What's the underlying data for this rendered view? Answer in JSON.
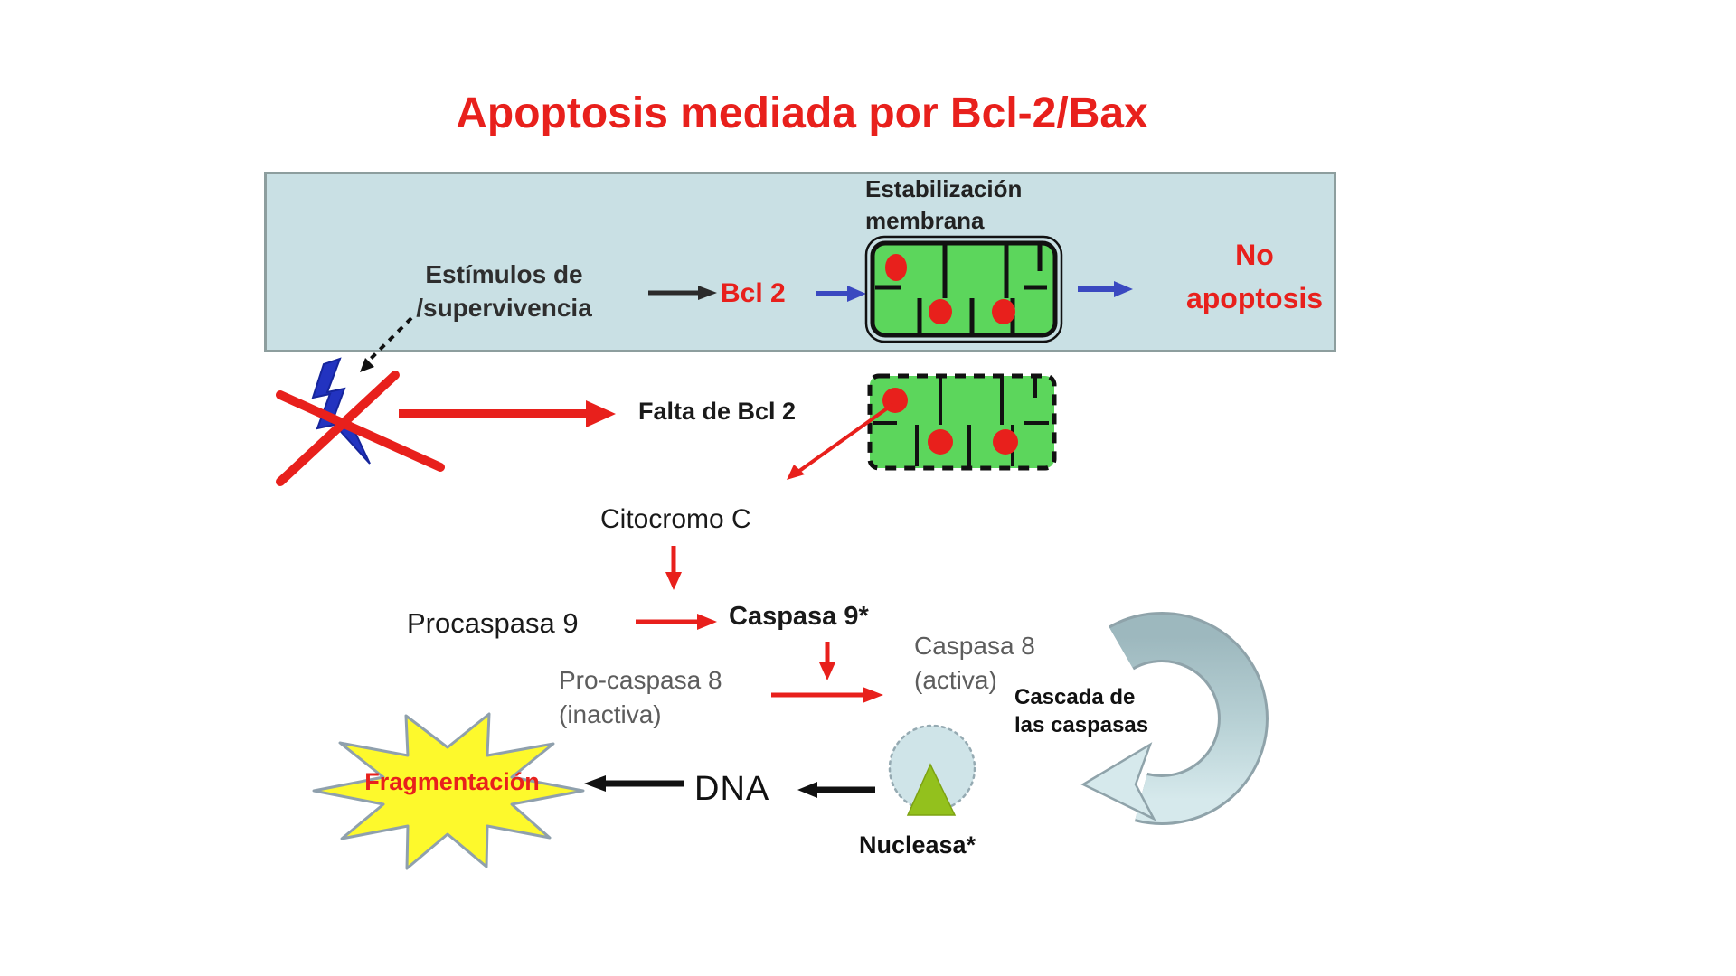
{
  "colors": {
    "accent-red": "#e8201c",
    "panel-bg": "#c9e0e4",
    "panel-border": "#8d9e9e",
    "membrane-green": "#5cd65c",
    "arrow-blue": "#3a49c0",
    "bolt-blue": "#2233c0",
    "muted-gray": "#5d5d5d",
    "cascade-dark": "#9db8be",
    "cascade-light": "#d6e9ec",
    "cascade-outline": "#8fa3aa",
    "pacman-blue": "#cfe4e8",
    "triangle-green": "#93c11d",
    "star-yellow": "#fdf92c"
  },
  "title": "Apoptosis mediada por Bcl-2/Bax",
  "panel": {
    "membrane_caption": [
      "Estabilización",
      "membrana"
    ],
    "stimuli": [
      "Estímulos de",
      "/supervivencia"
    ],
    "bcl2": "Bcl 2",
    "no_apoptosis": [
      "No",
      "apoptosis"
    ]
  },
  "cascade": {
    "falta": "Falta de Bcl 2",
    "citocromo": "Citocromo C",
    "procaspasa9": "Procaspasa 9",
    "caspasa9": "Caspasa 9*",
    "procaspasa8": [
      "Pro-caspasa 8",
      "(inactiva)"
    ],
    "caspasa8": [
      "Caspasa 8",
      "(activa)"
    ],
    "cascada": [
      "Cascada de",
      "las caspasas"
    ],
    "nucleasa": "Nucleasa*",
    "dna": "DNA",
    "fragmentacion": "Fragmentación"
  }
}
